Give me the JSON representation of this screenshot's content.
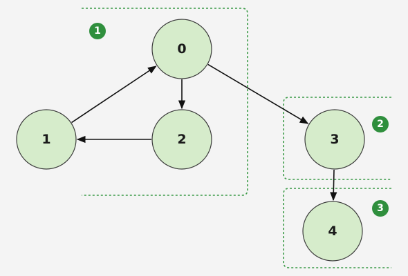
{
  "nodes": [
    {
      "id": "0",
      "label": "0"
    },
    {
      "id": "1",
      "label": "1"
    },
    {
      "id": "2",
      "label": "2"
    },
    {
      "id": "3",
      "label": "3"
    },
    {
      "id": "4",
      "label": "4"
    }
  ],
  "edges": [
    {
      "from": "1",
      "to": "0"
    },
    {
      "from": "0",
      "to": "2"
    },
    {
      "from": "2",
      "to": "1"
    },
    {
      "from": "0",
      "to": "3"
    },
    {
      "from": "3",
      "to": "4"
    }
  ],
  "regions": [
    {
      "badge": "1",
      "nodes": [
        "0",
        "1",
        "2"
      ]
    },
    {
      "badge": "2",
      "nodes": [
        "3"
      ]
    },
    {
      "badge": "3",
      "nodes": [
        "4"
      ]
    }
  ],
  "colors": {
    "node_fill": "#d6eccb",
    "region_stroke": "#3a9a46",
    "badge_fill": "#2f8f3d"
  }
}
